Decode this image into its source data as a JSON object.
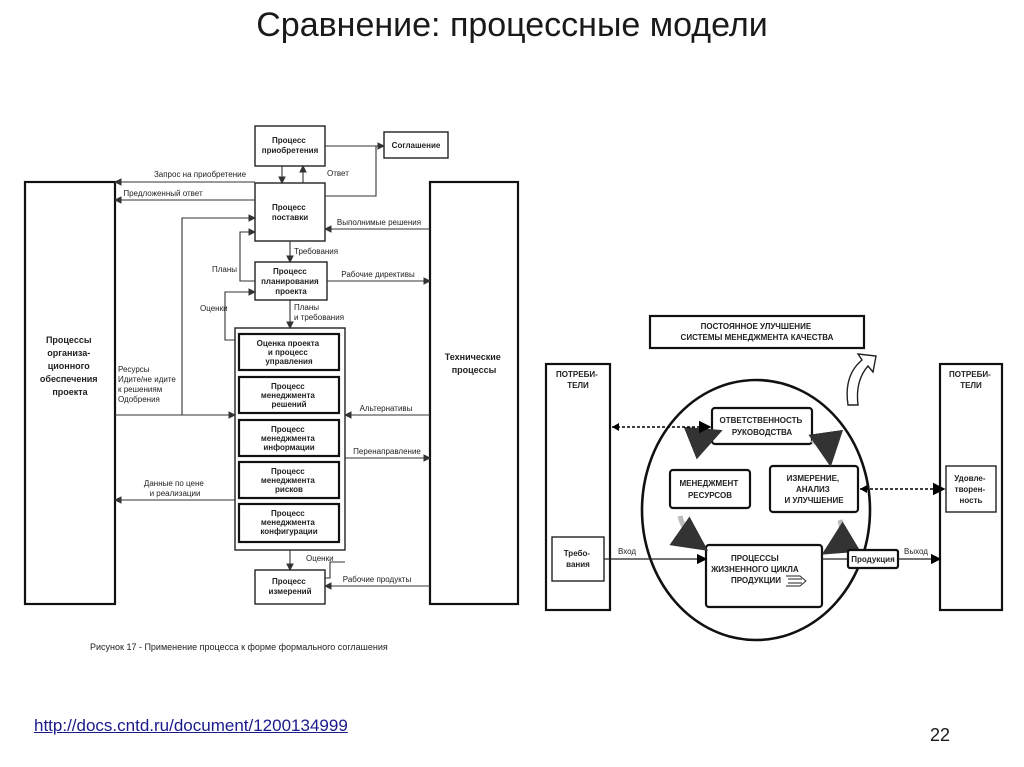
{
  "slide": {
    "title": "Сравнение: процессные модели",
    "link": "http://docs.cntd.ru/document/1200134999",
    "page_number": "22"
  },
  "left_diagram": {
    "boxes": {
      "org_processes": [
        "Процессы",
        "организа-",
        "ционного",
        "обеспечения",
        "проекта"
      ],
      "tech_processes": [
        "Технические",
        "процессы"
      ],
      "acquisition": [
        "Процесс",
        "приобретения"
      ],
      "agreement": [
        "Соглашение"
      ],
      "supply": [
        "Процесс",
        "поставки"
      ],
      "planning": [
        "Процесс",
        "планирования",
        "проекта"
      ],
      "assessment": [
        "Оценка проекта",
        "и процесс",
        "управления"
      ],
      "decision_mgmt": [
        "Процесс",
        "менеджмента",
        "решений"
      ],
      "info_mgmt": [
        "Процесс",
        "менеджмента",
        "информации"
      ],
      "risk_mgmt": [
        "Процесс",
        "менеджмента",
        "рисков"
      ],
      "config_mgmt": [
        "Процесс",
        "менеджмента",
        "конфигурации"
      ],
      "measurement": [
        "Процесс",
        "измерений"
      ]
    },
    "labels": {
      "acq_request": "Запрос на приобретение",
      "answer": "Ответ",
      "proposed_answer": "Предложенный ответ",
      "feasible_solutions": "Выполнимые решения",
      "requirements": "Требования",
      "plans": "Планы",
      "work_directives": "Рабочие директивы",
      "assessments": "Оценки",
      "plans_and_requirements": [
        "Планы",
        "и требования"
      ],
      "resources": [
        "Ресурсы",
        "Идите/не идите",
        "к решениям",
        "Одобрения"
      ],
      "alternatives": "Альтернативы",
      "redirection": "Перенаправление",
      "cost_data": [
        "Данные по цене",
        "и реализации"
      ],
      "assessments_bottom": "Оценки",
      "work_products": "Рабочие продукты"
    },
    "caption": "Рисунок 17 - Применение процесса к форме формального соглашения"
  },
  "right_diagram": {
    "banner": [
      "ПОСТОЯННОЕ УЛУЧШЕНИЕ",
      "СИСТЕМЫ МЕНЕДЖМЕНТА КАЧЕСТВА"
    ],
    "customers_left": [
      "ПОТРЕБИ-",
      "ТЕЛИ"
    ],
    "customers_right": [
      "ПОТРЕБИ-",
      "ТЕЛИ"
    ],
    "requirements": [
      "Требо-",
      "вания"
    ],
    "satisfaction": [
      "Удовле-",
      "творен-",
      "ность"
    ],
    "management_responsibility": [
      "ОТВЕТСТВЕННОСТЬ",
      "РУКОВОДСТВА"
    ],
    "resource_management": [
      "МЕНЕДЖМЕНТ",
      "РЕСУРСОВ"
    ],
    "measurement_analysis": [
      "ИЗМЕРЕНИЕ,",
      "АНАЛИЗ",
      "И УЛУЧШЕНИЕ"
    ],
    "product_realization": [
      "ПРОЦЕССЫ",
      "ЖИЗНЕННОГО ЦИКЛА",
      "ПРОДУКЦИИ"
    ],
    "product": "Продукция",
    "input": "Вход",
    "output": "Выход"
  }
}
